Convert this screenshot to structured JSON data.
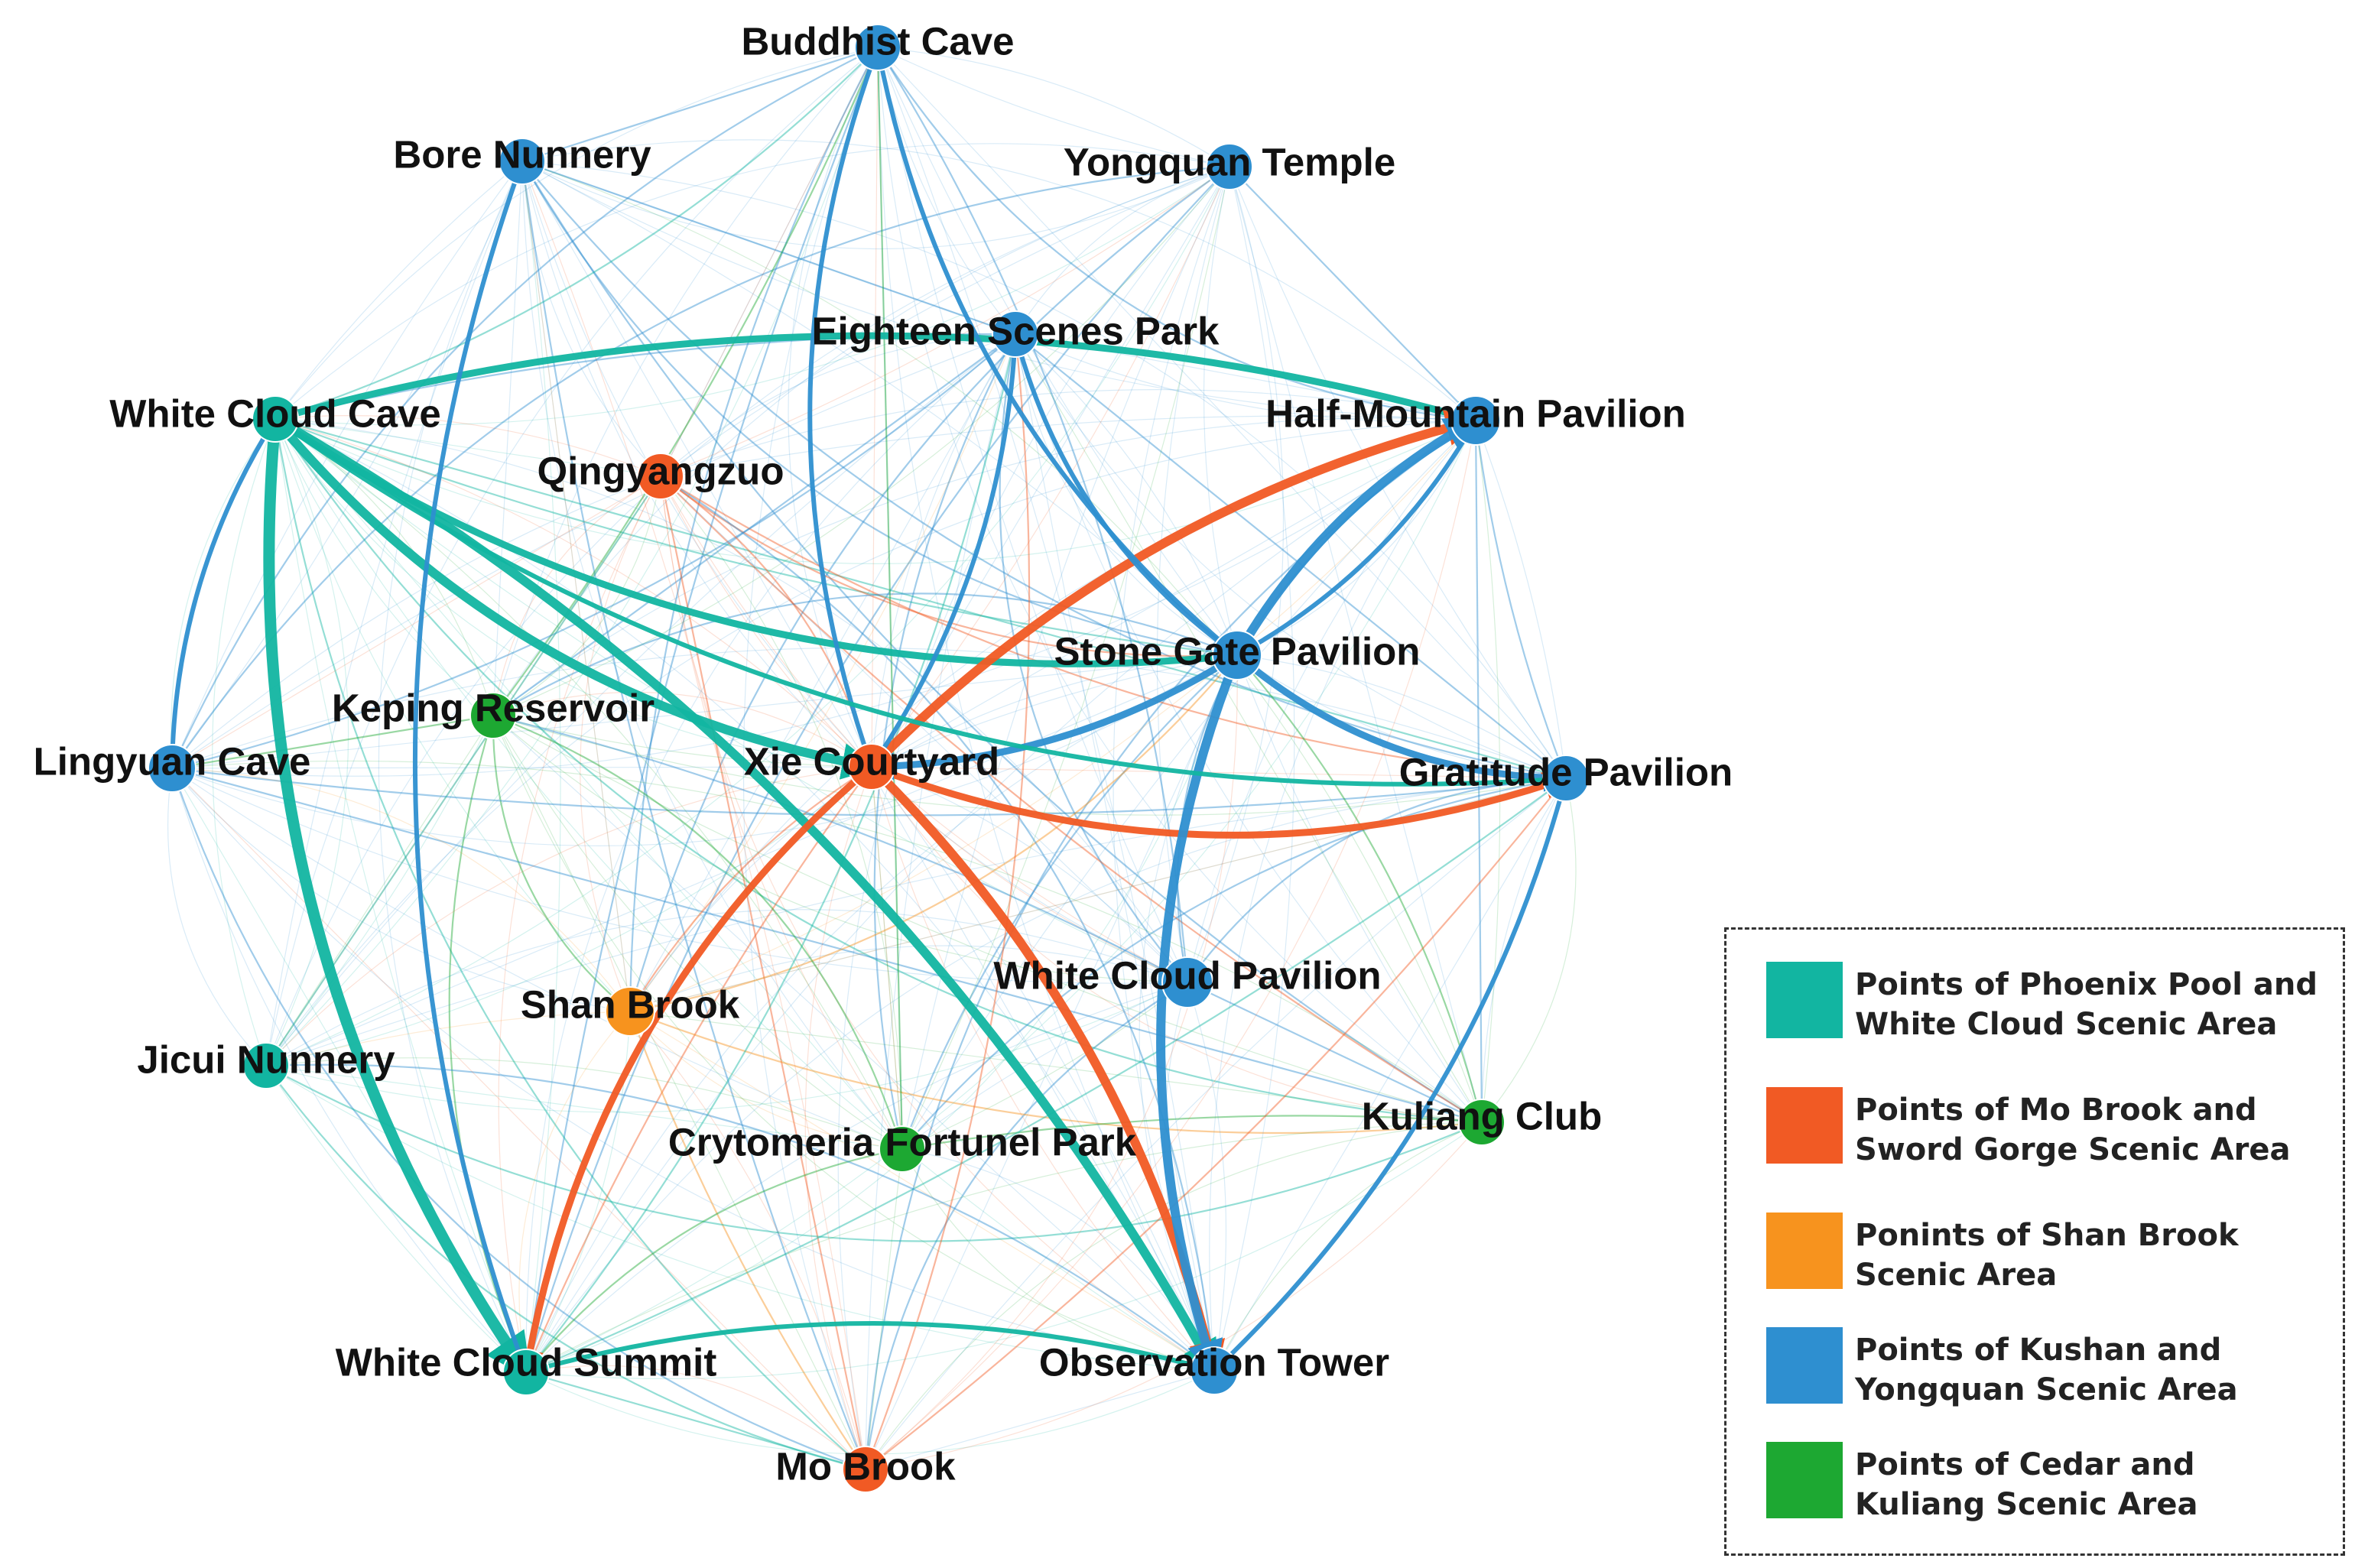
{
  "diagram": {
    "colors": {
      "phoenix": "#12B5A1",
      "mo": "#F15A24",
      "shan": "#F7931E",
      "kushan": "#2E8FD0",
      "cedar": "#1DA832"
    },
    "nodes": [
      {
        "id": "buddhist",
        "label": "Buddhist Cave",
        "group": "kushan"
      },
      {
        "id": "bore",
        "label": "Bore Nunnery",
        "group": "kushan"
      },
      {
        "id": "yongquan",
        "label": "Yongquan Temple",
        "group": "kushan"
      },
      {
        "id": "eighteen",
        "label": "Eighteen Scenes Park",
        "group": "kushan"
      },
      {
        "id": "whitecloudcave",
        "label": "White Cloud Cave",
        "group": "phoenix"
      },
      {
        "id": "halfmountain",
        "label": "Half-Mountain Pavilion",
        "group": "kushan"
      },
      {
        "id": "qingyangzuo",
        "label": "Qingyangzuo",
        "group": "mo"
      },
      {
        "id": "stonegate",
        "label": "Stone Gate Pavilion",
        "group": "kushan"
      },
      {
        "id": "keping",
        "label": "Keping Reservoir",
        "group": "cedar"
      },
      {
        "id": "lingyuan",
        "label": "Lingyuan Cave",
        "group": "kushan"
      },
      {
        "id": "xie",
        "label": "Xie Courtyard",
        "group": "mo"
      },
      {
        "id": "gratitude",
        "label": "Gratitude Pavilion",
        "group": "kushan"
      },
      {
        "id": "whitecloudpav",
        "label": "White Cloud Pavilion",
        "group": "kushan"
      },
      {
        "id": "shanbrook",
        "label": "Shan Brook",
        "group": "shan"
      },
      {
        "id": "jicui",
        "label": "Jicui Nunnery",
        "group": "phoenix"
      },
      {
        "id": "kuliang",
        "label": "Kuliang Club",
        "group": "cedar"
      },
      {
        "id": "crytomeria",
        "label": "Crytomeria Fortunel Park",
        "group": "cedar"
      },
      {
        "id": "summit",
        "label": "White Cloud Summit",
        "group": "phoenix"
      },
      {
        "id": "tower",
        "label": "Observation Tower",
        "group": "kushan"
      },
      {
        "id": "mobrook",
        "label": "Mo Brook",
        "group": "mo"
      }
    ],
    "strong_flows": [
      {
        "from": "whitecloudcave",
        "to": "summit",
        "weight": 5
      },
      {
        "from": "whitecloudcave",
        "to": "tower",
        "weight": 4
      },
      {
        "from": "whitecloudcave",
        "to": "xie",
        "weight": 4
      },
      {
        "from": "whitecloudcave",
        "to": "halfmountain",
        "weight": 3
      },
      {
        "from": "whitecloudcave",
        "to": "stonegate",
        "weight": 3
      },
      {
        "from": "xie",
        "to": "halfmountain",
        "weight": 4
      },
      {
        "from": "xie",
        "to": "summit",
        "weight": 3
      },
      {
        "from": "xie",
        "to": "tower",
        "weight": 4
      },
      {
        "from": "xie",
        "to": "gratitude",
        "weight": 3
      },
      {
        "from": "stonegate",
        "to": "halfmountain",
        "weight": 4
      },
      {
        "from": "stonegate",
        "to": "tower",
        "weight": 4
      },
      {
        "from": "stonegate",
        "to": "xie",
        "weight": 3
      },
      {
        "from": "stonegate",
        "to": "gratitude",
        "weight": 3
      },
      {
        "from": "eighteen",
        "to": "xie",
        "weight": 2
      },
      {
        "from": "buddhist",
        "to": "xie",
        "weight": 2
      },
      {
        "from": "gratitude",
        "to": "tower",
        "weight": 2
      },
      {
        "from": "buddhist",
        "to": "stonegate",
        "weight": 2
      },
      {
        "from": "summit",
        "to": "tower",
        "weight": 2
      },
      {
        "from": "whitecloudcave",
        "to": "gratitude",
        "weight": 2
      },
      {
        "from": "lingyuan",
        "to": "whitecloudcave",
        "weight": 2
      },
      {
        "from": "eighteen",
        "to": "stonegate",
        "weight": 2
      },
      {
        "from": "halfmountain",
        "to": "stonegate",
        "weight": 2
      },
      {
        "from": "bore",
        "to": "summit",
        "weight": 2
      }
    ]
  },
  "legend": {
    "items": [
      {
        "key": "phoenix",
        "label": "Points of Phoenix Pool and White Cloud Scenic Area"
      },
      {
        "key": "mo",
        "label": "Points of Mo Brook and Sword Gorge Scenic Area"
      },
      {
        "key": "shan",
        "label": "Ponints of Shan Brook Scenic Area"
      },
      {
        "key": "kushan",
        "label": "Points of Kushan and Yongquan Scenic Area"
      },
      {
        "key": "cedar",
        "label": "Points of Cedar and Kuliang Scenic Area"
      }
    ]
  }
}
